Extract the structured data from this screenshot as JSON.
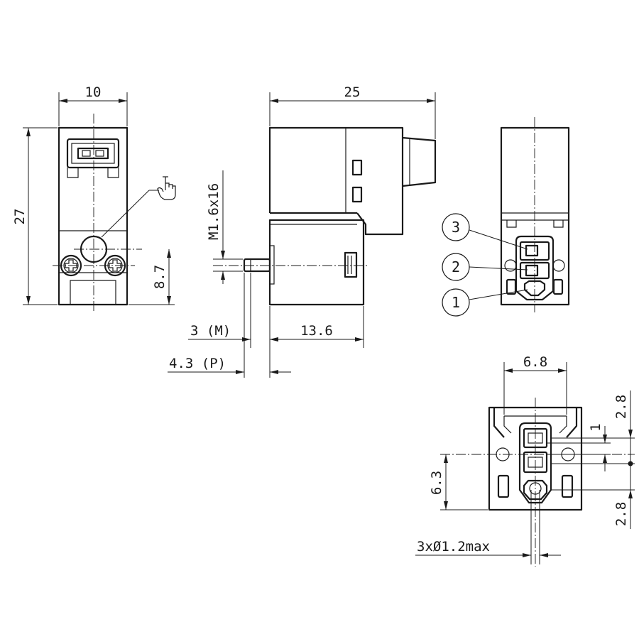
{
  "dimensions": {
    "front_width": "10",
    "height": "27",
    "side_length": "25",
    "thread": "M1.6x16",
    "port_height": "8.7",
    "body_length": "13.6",
    "port_m": "3 (M)",
    "port_p": "4.3 (P)",
    "connector_width": "6.8",
    "pin_pitch_top": "2.8",
    "pin_pitch_bottom": "2.8",
    "pin_offset": "1",
    "connector_height": "6.3",
    "pin_diameter": "3xØ1.2max"
  },
  "callouts": [
    "3",
    "2",
    "1"
  ],
  "icons": [
    "manual-override-hand-icon"
  ]
}
